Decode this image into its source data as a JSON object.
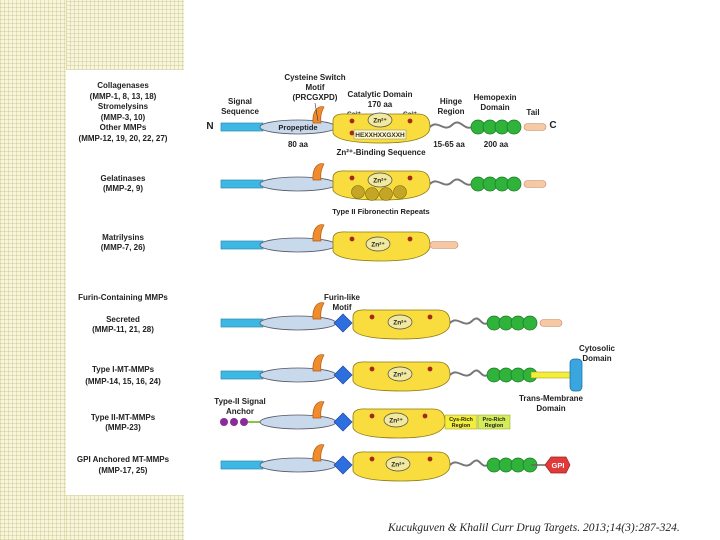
{
  "families": [
    {
      "lines": [
        "Collagenases",
        "(MMP-1, 8, 13, 18)",
        "Stromelysins",
        "(MMP-3, 10)",
        "Other MMPs",
        "(MMP-12, 19, 20, 22, 27)"
      ]
    },
    {
      "lines": [
        "Gelatinases",
        "(MMP-2, 9)"
      ]
    },
    {
      "lines": [
        "Matrilysins",
        "(MMP-7, 26)"
      ]
    },
    {
      "lines": [
        "Furin-Containing MMPs"
      ]
    },
    {
      "lines": [
        "Secreted",
        "(MMP-11, 21, 28)"
      ]
    },
    {
      "lines": [
        "Type I-MT-MMPs",
        "(MMP-14, 15, 16, 24)"
      ]
    },
    {
      "lines": [
        "Type II-MT-MMPs",
        "(MMP-23)"
      ]
    },
    {
      "lines": [
        "GPI Anchored MT-MMPs",
        "(MMP-17, 25)"
      ]
    }
  ],
  "annotations": {
    "signal_sequence": [
      "Signal",
      "Sequence"
    ],
    "n_terminus": "N",
    "c_terminus": "C",
    "propeptide": "Propeptide",
    "propeptide_size": "80 aa",
    "cysteine_switch": [
      "Cysteine Switch",
      "Motif",
      "(PRCGXPD)"
    ],
    "catalytic_domain": [
      "Catalytic Domain",
      "170 aa"
    ],
    "ca_left": "Ca²⁺",
    "ca_right": "Ca²⁺",
    "zinc": "Zn²⁺",
    "zinc_motif": "HEXXHXXGXXH",
    "zinc_binding": "Zn²⁺-Binding Sequence",
    "hinge_region": [
      "Hinge",
      "Region"
    ],
    "hinge_size": "15-65 aa",
    "hemopexin": [
      "Hemopexin",
      "Domain"
    ],
    "hemopexin_size": "200 aa",
    "tail": "Tail",
    "fibronectin": "Type II Fibronectin  Repeats",
    "furin_motif": [
      "Furin-like",
      "Motif"
    ],
    "cytosolic": [
      "Cytosolic",
      "Domain"
    ],
    "transmembrane": [
      "Trans-Membrane",
      "Domain"
    ],
    "type2_anchor": [
      "Type-II Signal",
      "Anchor"
    ],
    "cys_rich": [
      "Cys-Rich",
      "Region"
    ],
    "pro_rich": [
      "Pro-Rich",
      "Region"
    ],
    "gpi": "GPI"
  },
  "citation": "Kucukguven & Khalil Curr Drug Targets. 2013;14(3):287-324.",
  "colors": {
    "signal": "#3db7e4",
    "propeptide": "#c9d9ec",
    "cysteine": "#f08c2e",
    "catalytic": "#f9dc3e",
    "zinc": "#f2e9a0",
    "fibronectin": "#c4a526",
    "hemopexin": "#2fb33a",
    "hinge": "#777777",
    "tail": "#f7c8a4",
    "furin": "#2e6fe0",
    "transmembrane": "#f2ee3a",
    "cytosolic": "#3aa6e0",
    "type2_anchor": "#8a2d9a",
    "gpi": "#e03a3a",
    "anchor_linker": "#8bc34a"
  }
}
